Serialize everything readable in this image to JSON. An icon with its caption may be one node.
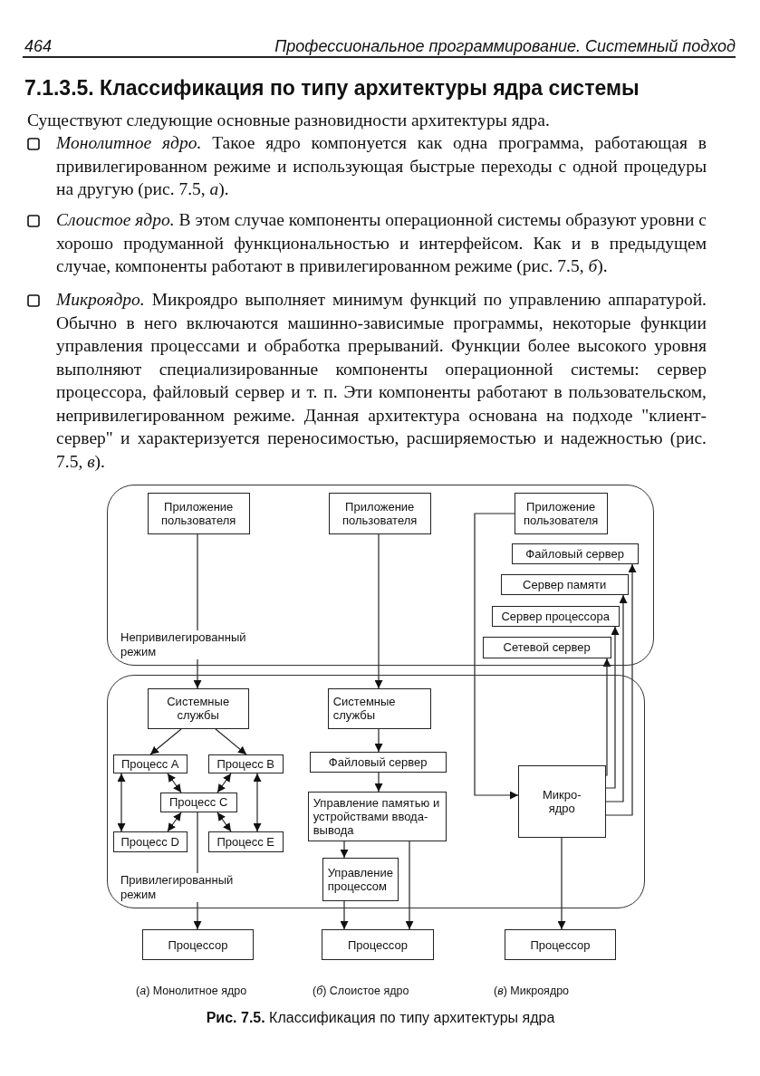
{
  "diagram": {
    "title": "7.1.3.5. Классификация по типу архитектуры ядра системы",
    "caption": "**Рис. 7.5.** Классификация по типу архитектуры ядра",
    "nodes": [
      {
        "text": [
          "Непривилегированный режим"
        ]
      },
      {
        "text": [
          "Приложение пользователя"
        ],
        "in": 0
      },
      {
        "text": [
          "Приложение пользователя"
        ],
        "in": 0
      },
      {
        "text": [
          "Приложение пользователя"
        ],
        "in": 0
      },
      {
        "text": [
          "Файловый сервер"
        ],
        "in": 0
      },
      {
        "text": [
          "Сервер памяти"
        ],
        "in": 0
      },
      {
        "text": [
          "Сервер процессора"
        ],
        "in": 0
      },
      {
        "text": [
          "Сетевой сервер"
        ],
        "in": 0
      },
      {
        "text": [
          "Привилегированный режим"
        ]
      },
      {
        "text": [
          "Системные службы"
        ],
        "in": 8
      },
      {
        "text": [
          "Процесс A"
        ],
        "in": 8
      },
      {
        "text": [
          "Процесс B"
        ],
        "in": 8
      },
      {
        "text": [
          "Процесс C"
        ],
        "in": 8
      },
      {
        "text": [
          "Процесс D"
        ],
        "in": 8
      },
      {
        "text": [
          "Процесс E"
        ],
        "in": 8
      },
      {
        "text": [
          "Системные службы"
        ],
        "in": 8
      },
      {
        "text": [
          "Файловый сервер"
        ],
        "in": 8
      },
      {
        "text": [
          "Управление памятью и устройствами ввода-вывода"
        ],
        "in": 8
      },
      {
        "text": [
          "Управление процессом"
        ],
        "in": 8
      },
      {
        "text": [
          "Микро- ядро"
        ],
        "in": 8
      },
      {
        "text": [
          "Процессор"
        ]
      },
      {
        "text": [
          "Процессор"
        ]
      },
      {
        "text": [
          "Процессор"
        ]
      }
    ],
    "edges": [
      {
        "from": 1,
        "to": 9,
        "arrow": "to"
      },
      {
        "from": 9,
        "to": 10,
        "arrow": "to"
      },
      {
        "from": 9,
        "to": 11,
        "arrow": "to"
      },
      {
        "from": 10,
        "to": 12,
        "arrow": "both"
      },
      {
        "from": 11,
        "to": 12,
        "arrow": "both"
      },
      {
        "from": 12,
        "to": 13,
        "arrow": "both"
      },
      {
        "from": 12,
        "to": 14,
        "arrow": "both"
      },
      {
        "from": 10,
        "to": 13,
        "arrow": "both"
      },
      {
        "from": 11,
        "to": 14,
        "arrow": "both"
      },
      {
        "from": 12,
        "to": 20,
        "arrow": "to"
      },
      {
        "from": 2,
        "to": 15,
        "arrow": "to"
      },
      {
        "from": 15,
        "to": 16,
        "arrow": "to"
      },
      {
        "from": 16,
        "to": 17,
        "arrow": "to"
      },
      {
        "from": 17,
        "to": 18,
        "arrow": "to"
      },
      {
        "from": 18,
        "to": 21,
        "arrow": "to"
      },
      {
        "from": 17,
        "to": 21,
        "arrow": "to"
      },
      {
        "from": 3,
        "to": 19,
        "arrow": "to"
      },
      {
        "from": 19,
        "to": 7,
        "arrow": "to"
      },
      {
        "from": 19,
        "to": 6,
        "arrow": "to"
      },
      {
        "from": 19,
        "to": 5,
        "arrow": "to"
      },
      {
        "from": 19,
        "to": 4,
        "arrow": "to"
      },
      {
        "from": 19,
        "to": 22,
        "arrow": "to"
      }
    ],
    "labels": [
      "464",
      "Профессиональное программирование. Системный подход",
      "Существуют следующие основные разновидности архитектуры ядра.",
      "*Монолитное ядро.* Такое ядро компонуется как одна программа, работающая в привилегированном режиме и использующая быстрые переходы с одной процедуры на другую (рис. 7.5, *а*).",
      "*Слоистое ядро.* В этом случае компоненты операционной системы образуют уровни с хорошо продуманной функциональностью и интерфейсом. Как и в предыдущем случае, компоненты работают в привилегированном режиме (рис. 7.5, *б*).",
      "*Микроядро.* Микроядро выполняет минимум функций по управлению аппаратурой. Обычно в него включаются машинно-зависимые программы, некоторые функции управления процессами и обработка прерываний. Функции более высокого уровня выполняют специализированные компоненты операционной системы: сервер процессора, файловый сервер и т. п. Эти компоненты работают в пользовательском, непривилегированном режиме. Данная архитектура основана на подходе \"клиент-сервер\" и характеризуется переносимостью, расширяемостью и надежностью (рис. 7.5, *в*).",
      "(*а*) Монолитное ядро",
      "(*б*) Слоистое ядро",
      "(*в*) Микроядро"
    ]
  }
}
